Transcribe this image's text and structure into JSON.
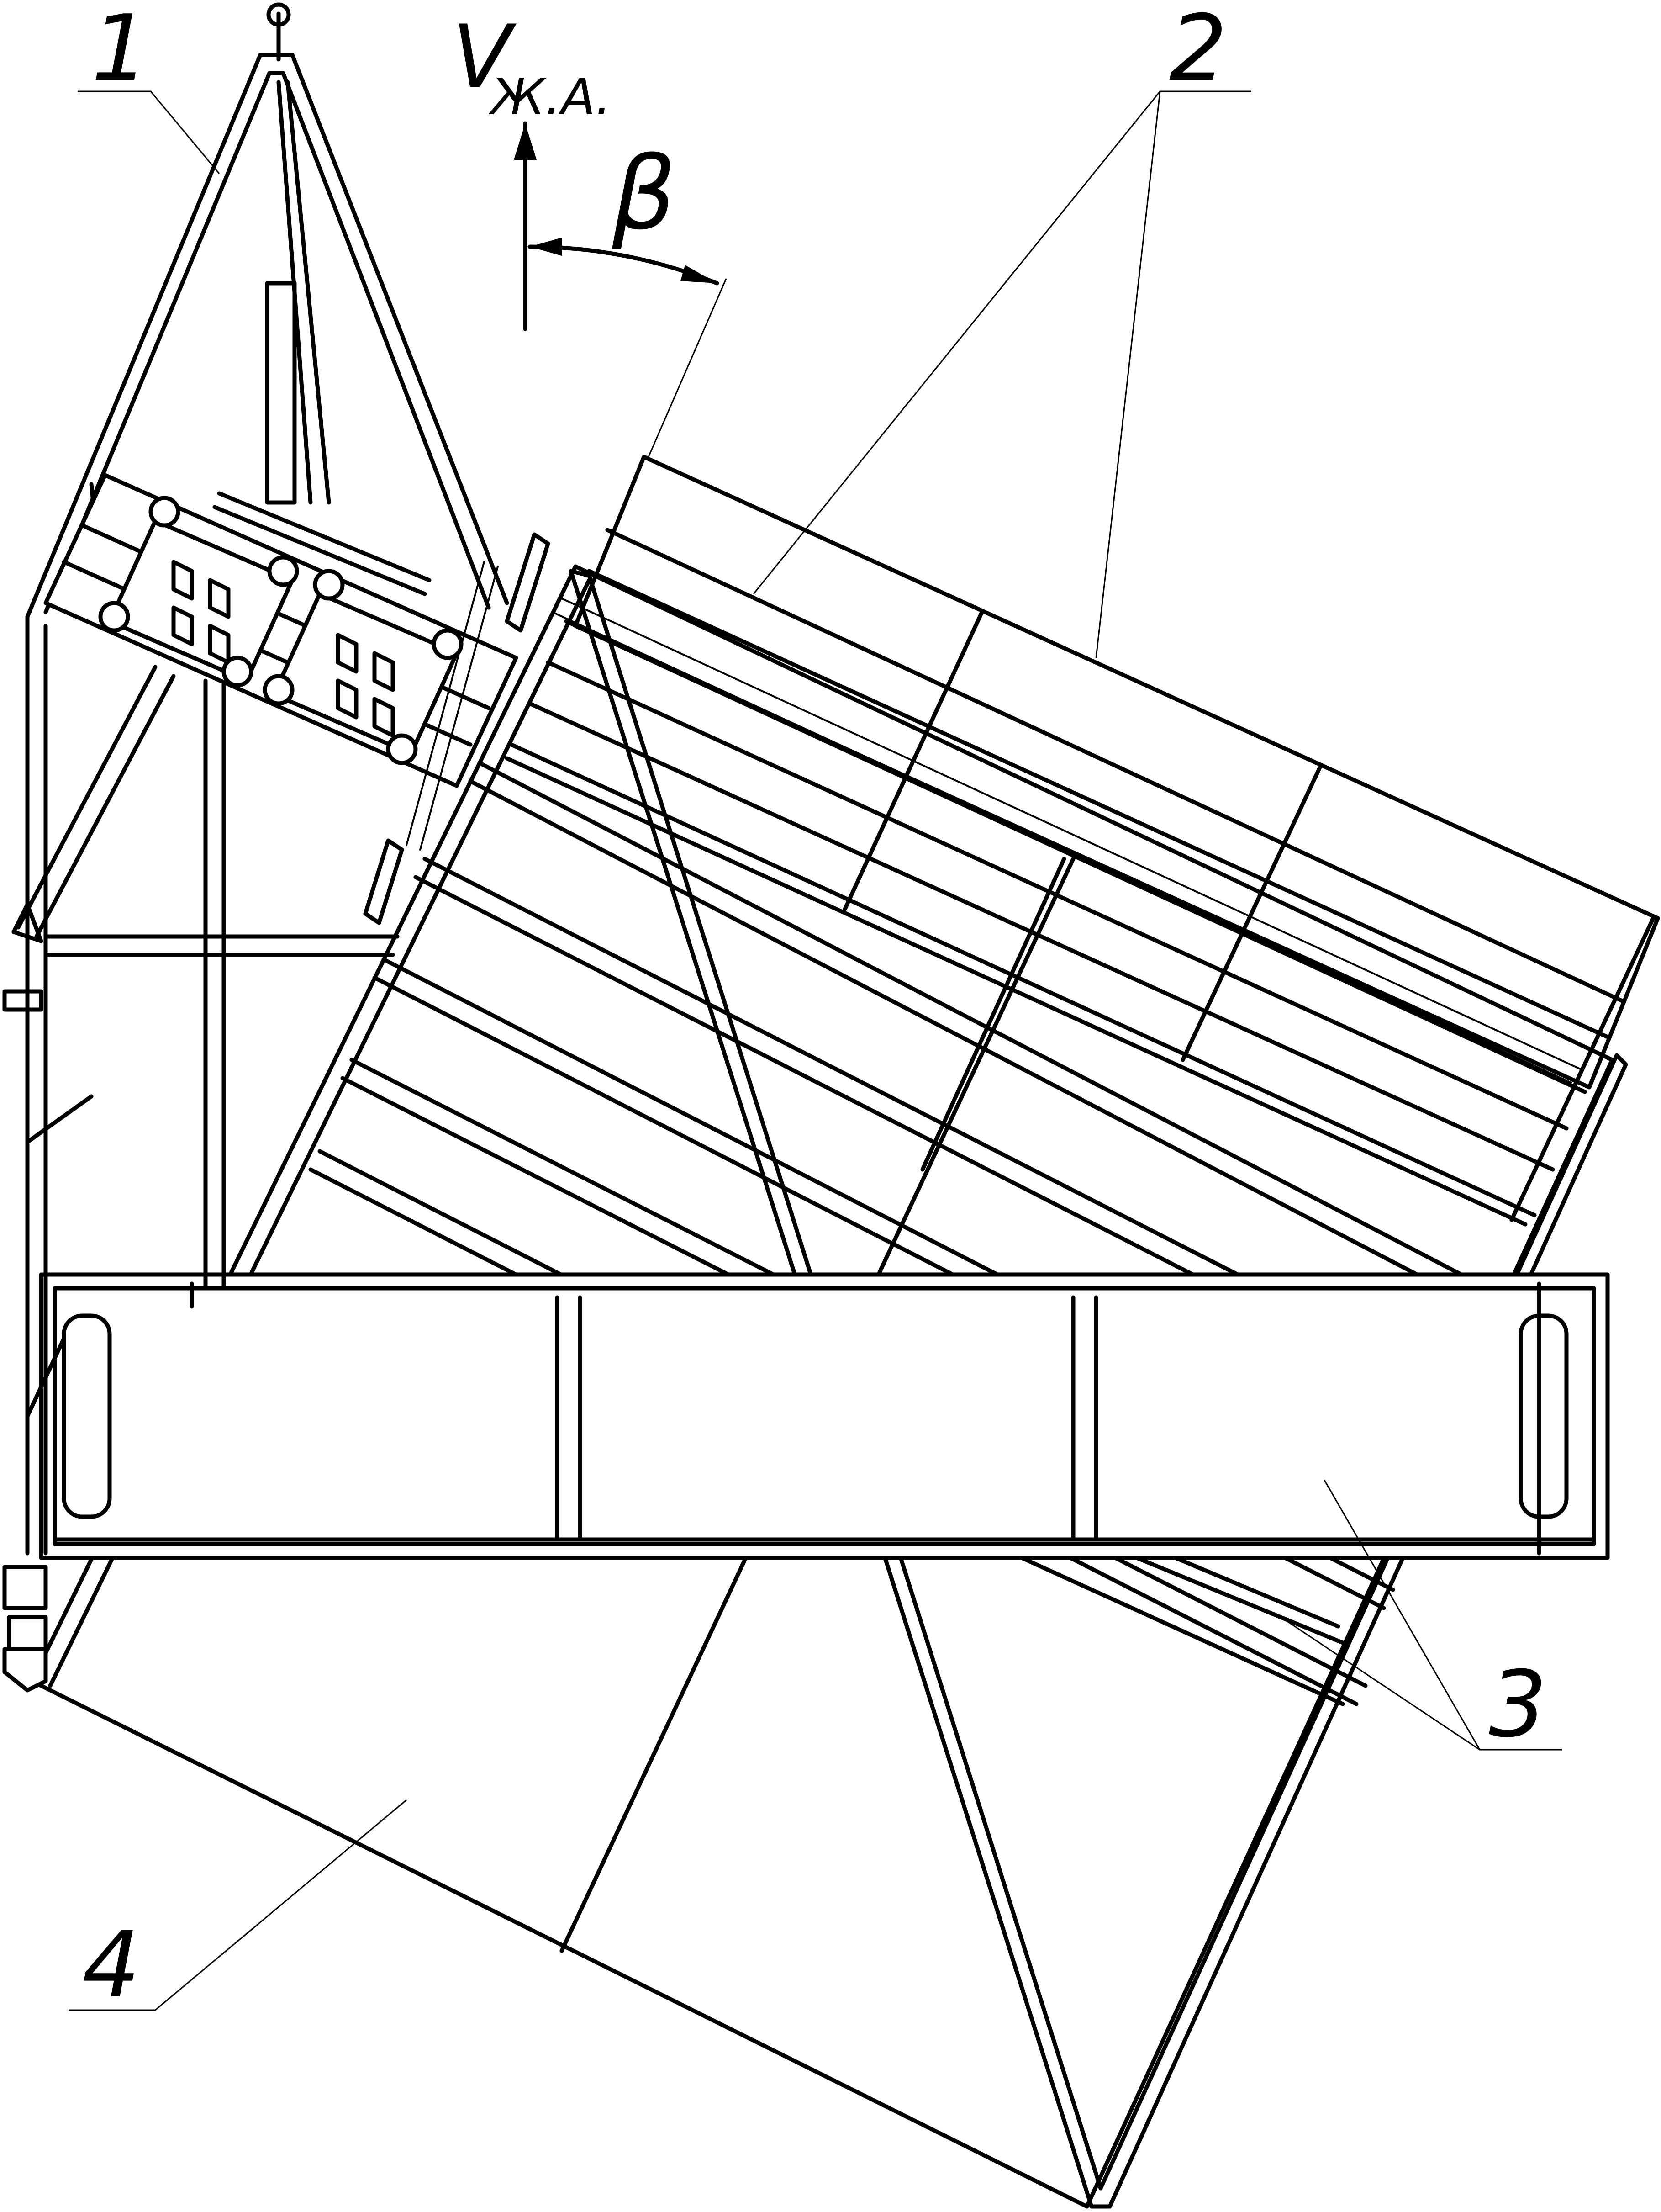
{
  "labels": {
    "frame": "1",
    "upper_grid": "2",
    "lower_slats": "3",
    "platform": "4",
    "velocity": "V",
    "velocity_sub": "Ж.А.",
    "angle": "β"
  }
}
